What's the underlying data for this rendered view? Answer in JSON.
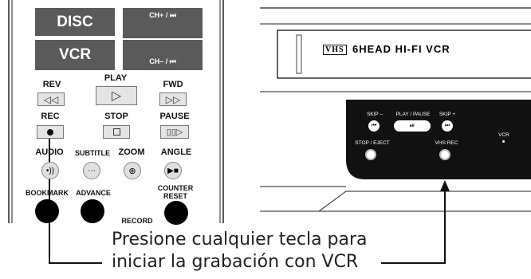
{
  "remote": {
    "disc_label": "DISC",
    "vcr_label": "VCR",
    "ch_up_label": "CH+ / ⏭",
    "ch_down_label": "CH– / ⏮",
    "rev_label": "REV",
    "play_label": "PLAY",
    "fwd_label": "FWD",
    "rec_label": "REC",
    "stop_label": "STOP",
    "pause_label": "PAUSE",
    "audio_label": "AUDIO",
    "subtitle_label": "SUBTITLE",
    "zoom_label": "ZOOM",
    "angle_label": "ANGLE",
    "bookmark_label": "BOOKMARK",
    "advance_label": "ADVANCE",
    "counter_label": "COUNTER",
    "reset_label": "RESET",
    "record_label": "RECORD"
  },
  "vcr": {
    "brand_logo": "VHS",
    "model_text": "6HEAD HI-FI VCR",
    "skip_minus_label": "SKIP –",
    "play_pause_label": "PLAY / PAUSE",
    "skip_plus_label": "SKIP +",
    "stop_eject_label": "STOP / EJECT",
    "vhs_rec_label": "VHS REC",
    "vcr_indicator_label": "VCR"
  },
  "caption": {
    "line1": "Presione cualquier tecla para",
    "line2": "iniciar la grabación con VCR"
  }
}
